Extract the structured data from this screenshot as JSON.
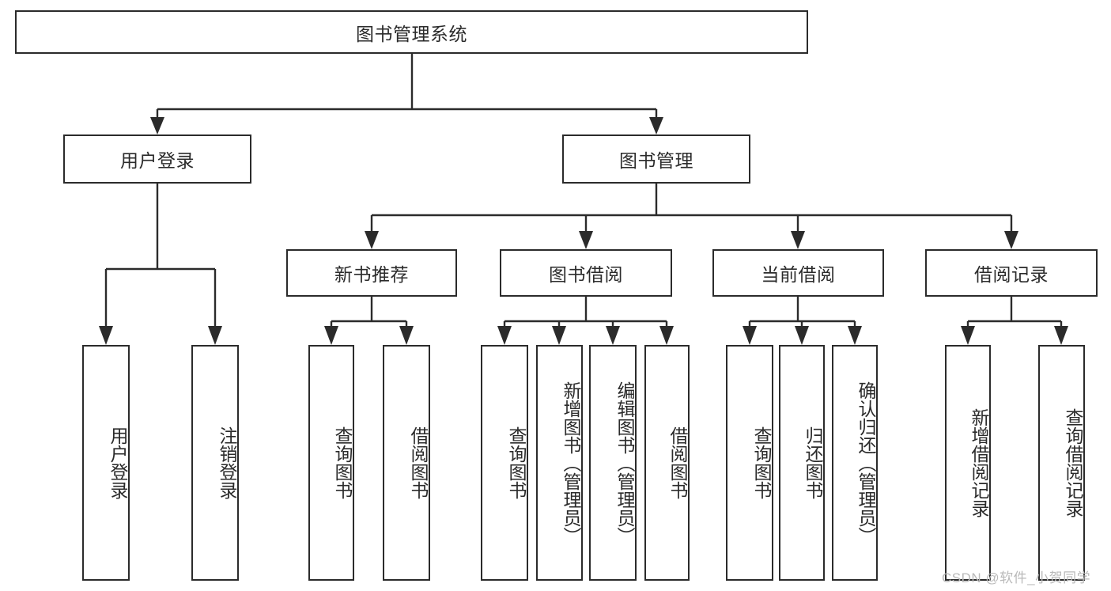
{
  "diagram": {
    "type": "tree-hierarchy",
    "title": "图书管理系统",
    "root": {
      "label": "图书管理系统",
      "orientation": "horizontal"
    },
    "level2": [
      {
        "label": "用户登录",
        "orientation": "horizontal"
      },
      {
        "label": "图书管理",
        "orientation": "horizontal"
      }
    ],
    "level3": [
      {
        "label": "新书推荐",
        "orientation": "horizontal",
        "parent": "图书管理"
      },
      {
        "label": "图书借阅",
        "orientation": "horizontal",
        "parent": "图书管理"
      },
      {
        "label": "当前借阅",
        "orientation": "horizontal",
        "parent": "图书管理"
      },
      {
        "label": "借阅记录",
        "orientation": "horizontal",
        "parent": "图书管理"
      }
    ],
    "leaves": [
      {
        "label": "用户登录",
        "orientation": "vertical",
        "parent": "用户登录"
      },
      {
        "label": "注销登录",
        "orientation": "vertical",
        "parent": "用户登录"
      },
      {
        "label": "查询图书",
        "orientation": "vertical",
        "parent": "新书推荐"
      },
      {
        "label": "借阅图书",
        "orientation": "vertical",
        "parent": "新书推荐"
      },
      {
        "label": "查询图书",
        "orientation": "vertical",
        "parent": "图书借阅"
      },
      {
        "label": "新增图书（管理员）",
        "orientation": "vertical",
        "parent": "图书借阅"
      },
      {
        "label": "编辑图书（管理员）",
        "orientation": "vertical",
        "parent": "图书借阅"
      },
      {
        "label": "借阅图书",
        "orientation": "vertical",
        "parent": "图书借阅"
      },
      {
        "label": "查询图书",
        "orientation": "vertical",
        "parent": "当前借阅"
      },
      {
        "label": "归还图书",
        "orientation": "vertical",
        "parent": "当前借阅"
      },
      {
        "label": "确认归还（管理员）",
        "orientation": "vertical",
        "parent": "当前借阅"
      },
      {
        "label": "新增借阅记录",
        "orientation": "vertical",
        "parent": "借阅记录"
      },
      {
        "label": "查询借阅记录",
        "orientation": "vertical",
        "parent": "借阅记录"
      }
    ],
    "colors": {
      "stroke": "#2b2b2b",
      "fill": "#ffffff",
      "background": "#ffffff",
      "watermark": "#b9b9b9"
    }
  },
  "watermark": {
    "text": "CSDN @软件_小贺同学"
  }
}
